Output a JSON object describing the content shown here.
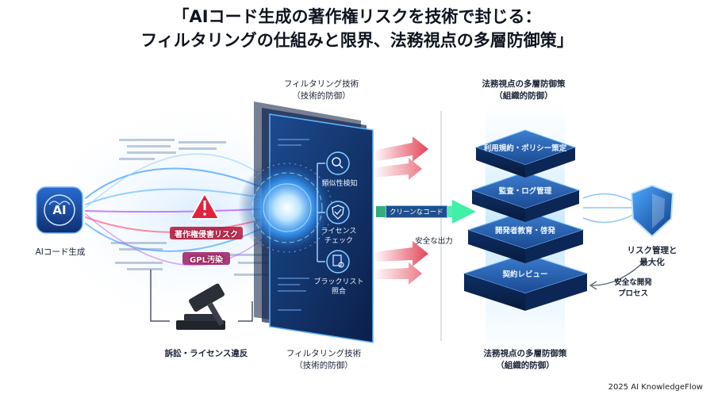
{
  "title": {
    "line1": "「AIコード生成の著作権リスクを技術で封じる：",
    "line2": "フィルタリングの仕組みと限界、法務視点の多層防御策」"
  },
  "left": {
    "ai_icon_text": "AI",
    "ai_label": "AIコード生成",
    "risk_copyright": "著作権侵害リスク",
    "risk_gpl": "GPL汚染",
    "lawsuit": "訴訟・ライセンス違反"
  },
  "filter": {
    "top_title_line1": "フィルタリング技術",
    "top_title_line2": "（技術的防御）",
    "bottom_title_line1": "フィルタリング技術",
    "bottom_title_line2": "（技術的防御）",
    "items": [
      {
        "label_line1": "類似性検知",
        "label_line2": "",
        "icon": "magnifier-icon"
      },
      {
        "label_line1": "ライセンス",
        "label_line2": "チェック",
        "icon": "shield-check-icon"
      },
      {
        "label_line1": "ブラックリスト",
        "label_line2": "照合",
        "icon": "document-search-icon"
      }
    ]
  },
  "middle": {
    "clean_code": "クリーンなコード",
    "safe_output": "安全な出力"
  },
  "legal": {
    "top_title_line1": "法務視点の多層防御策",
    "top_title_line2": "（組織的防御）",
    "bottom_title_line1": "法務視点の多層防御策",
    "bottom_title_line2": "（組織的防御）",
    "layers": [
      "利用規約・ポリシー策定",
      "監査・ログ管理",
      "開発者教育・啓発",
      "契約レビュー"
    ]
  },
  "right": {
    "outcome_line1": "リスク管理と",
    "outcome_line2": "最大化",
    "process_line1": "安全な開発",
    "process_line2": "プロセス"
  },
  "credit": "2025 AI KnowledgeFlow",
  "colors": {
    "accent_blue": "#2f8fff",
    "risk_red": "#e0243c",
    "clean_green": "#28d08a"
  }
}
